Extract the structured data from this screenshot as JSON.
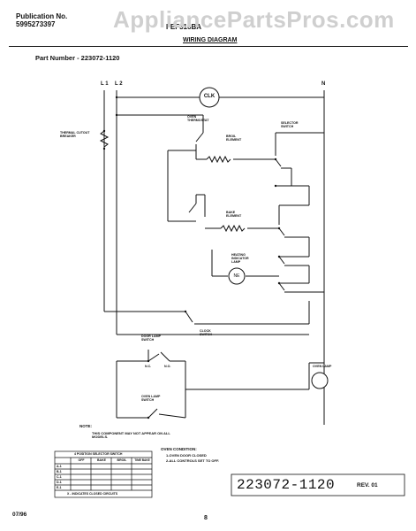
{
  "header": {
    "publication_label": "Publication No.",
    "publication_no": "5995273397",
    "model": "FEF316BA",
    "title": "WIRING DIAGRAM",
    "part_number": "Part Number - 223072-1120"
  },
  "watermark": "AppliancePartsPros.com",
  "lines": {
    "l1": "L 1",
    "l2": "L 2",
    "n": "N"
  },
  "components": {
    "clock": "CLK",
    "thermal_cutout": "THERMAL CUTOUT BREAKER",
    "oven_thermostat": "OVEN THERMOSTAT",
    "bake_element": "BROIL ELEMENT",
    "selector_switch": "SELECTOR SWITCH",
    "broil_element": "BAKE ELEMENT",
    "heating_lamp": "HEATING INDICATOR LAMP",
    "lamp_symbol": "NE",
    "clock_switch": "CLOCK SWITCH",
    "door_lamp_switch": "DOOR LAMP SWITCH",
    "oven_lamp": "OVEN LAMP",
    "oven_lamp_switch": "OVEN LAMP SWITCH",
    "nc": "N.C.",
    "no": "N.O."
  },
  "notes": {
    "note_label": "NOTE:",
    "note_text": "THIS COMPONENT MAY NOT APPEAR ON ALL MODELS.",
    "oven_condition_title": "OVEN CONDITION:",
    "oven_condition_1": "1-OVEN DOOR CLOSED",
    "oven_condition_2": "2-ALL CONTROLS SET TO OFF."
  },
  "selector_table": {
    "title": "4 POSITION SELECTOR SWITCH",
    "columns": [
      "OFF",
      "BAKE",
      "BROIL",
      "TIME BAKE"
    ],
    "rows": [
      "A-1",
      "B-1",
      "C-1",
      "D-1",
      "E-1"
    ],
    "footer": "X - INDICATES CLOSED CIRCUITS"
  },
  "diagram_number": "223072-1120",
  "revision": "REV. 01",
  "footer": {
    "date": "07/96",
    "page": "8"
  }
}
